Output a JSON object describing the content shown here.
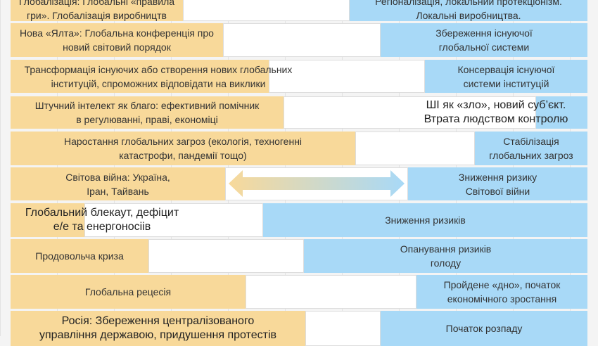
{
  "colors": {
    "left": "#f8d99a",
    "right": "#a8d9f7",
    "middle": "#ffffff"
  },
  "rows": [
    {
      "left": "Глобалізація: Глобальні «правила\nгри». Глобалізація виробництв",
      "right": "Регіоналізація, локальний протекціонізм.\nЛокальні виробництва."
    },
    {
      "left": "Нова «Ялта»: Глобальна конференція про\nновий світовий порядок",
      "right": "Збереження існуючої\nглобальної системи"
    },
    {
      "left": "Трансформація існуючих або створення нових глобальних\nінституцій, спроможних відповідати на виклики",
      "right": "Консервація існуючої\nсистеми інституцій"
    },
    {
      "left": "Штучний інтелект як благо: ефективний помічник\nв регулюванні, праві, економіці",
      "right": "ШІ як «зло», новий суб’єкт.\nВтрата людством контролю"
    },
    {
      "left": "Наростання глобальних загроз (екологія, техногенні\nкатастрофи, пандемії тощо)",
      "right": "Стабілізація\nглобальних загроз"
    },
    {
      "left": "Світова війна: Україна,\nІран, Тайвань",
      "right": "Зниження ризику\nСвітової війни"
    },
    {
      "left": "Глобальний блекаут, дефіцит\nе/е та енергоносіів",
      "right": "Зниження ризиків"
    },
    {
      "left": "Продовольча криза",
      "right": "Опанування ризиків\nголоду"
    },
    {
      "left": "Глобальна рецесія",
      "right": "Пройдене «дно», початок\nекономічного зростання"
    },
    {
      "left": "Росія: Збереження централізованого\nуправління державою, придушення протестів",
      "right": "Початок розпаду"
    }
  ]
}
